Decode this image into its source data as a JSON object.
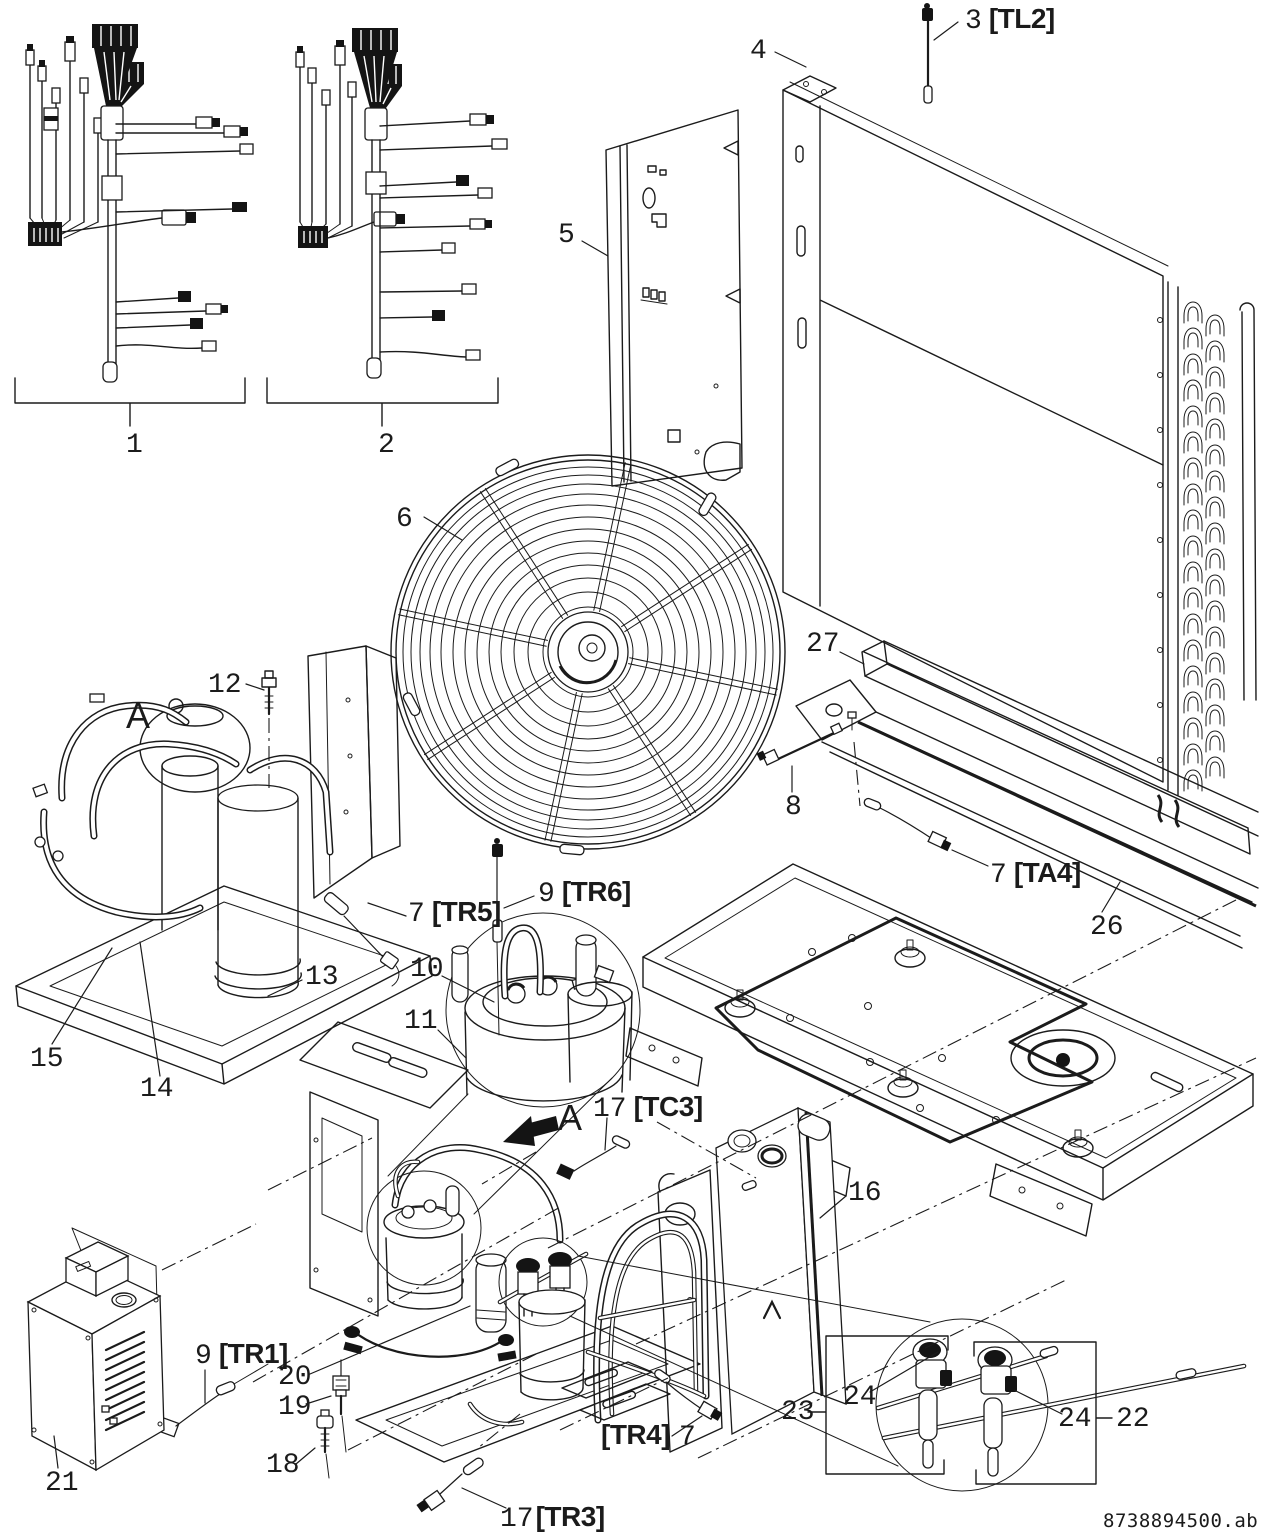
{
  "figure": {
    "doc_code": "8738894500.ab"
  },
  "callouts": {
    "harness1": {
      "num": "1"
    },
    "harness2": {
      "num": "2"
    },
    "tl2": {
      "num": "3",
      "tag": "[TL2]"
    },
    "panel4": {
      "num": "4"
    },
    "plate5": {
      "num": "5"
    },
    "fan6": {
      "num": "6"
    },
    "tr5": {
      "num": "7",
      "tag": "[TR5]"
    },
    "ta4": {
      "num": "7",
      "tag": "[TA4]"
    },
    "tr4": {
      "tag": "[TR4]",
      "num": "7"
    },
    "p8": {
      "num": "8"
    },
    "tr6": {
      "num": "9",
      "tag": "[TR6]"
    },
    "tr1": {
      "num": "9",
      "tag": "[TR1]"
    },
    "p10": {
      "num": "10"
    },
    "p11": {
      "num": "11"
    },
    "p12": {
      "num": "12"
    },
    "p13": {
      "num": "13"
    },
    "p14": {
      "num": "14"
    },
    "p15": {
      "num": "15"
    },
    "p16": {
      "num": "16"
    },
    "tc3": {
      "num": "17",
      "tag": "[TC3]"
    },
    "tr3": {
      "num": "17",
      "tag": "[TR3]"
    },
    "p18": {
      "num": "18"
    },
    "p19": {
      "num": "19"
    },
    "p20": {
      "num": "20"
    },
    "p21": {
      "num": "21"
    },
    "p22": {
      "num": "22"
    },
    "p23": {
      "num": "23"
    },
    "p24a": {
      "num": "24"
    },
    "p24b": {
      "num": "24"
    },
    "p26": {
      "num": "26"
    },
    "p27": {
      "num": "27"
    },
    "detailA": {
      "num": "A"
    },
    "viewA": {
      "num": "A"
    }
  }
}
